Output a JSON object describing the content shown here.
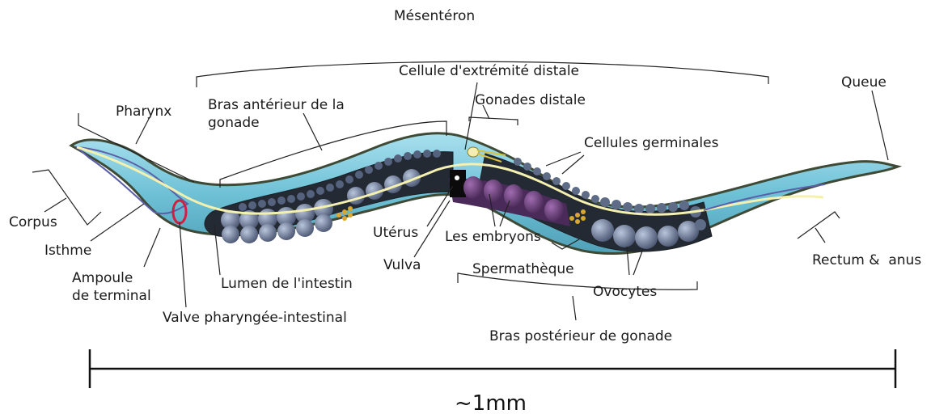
{
  "labels": {
    "mesenteron": "Mésentéron",
    "cellule_extremite": "Cellule d'extrémité distale",
    "queue": "Queue",
    "pharynx": "Pharynx",
    "bras_anterieur_1": "Bras antérieur de la",
    "bras_anterieur_2": "gonade",
    "gonades_distale": "Gonades distale",
    "cellules_germinales": "Cellules germinales",
    "corpus": "Corpus",
    "isthme": "Isthme",
    "ampoule_1": "Ampoule",
    "ampoule_2": "de terminal",
    "lumen": "Lumen de l'intestin",
    "valve": "Valve pharyngée-intestinal",
    "uterus": "Utérus",
    "vulva": "Vulva",
    "embryons": "Les embryons",
    "spermatheque": "Spermathèque",
    "ovocytes": "Ovocytes",
    "bras_posterieur": "Bras postérieur de gonade",
    "rectum": "Rectum &  anus"
  },
  "scale_label": "~1mm",
  "colors": {
    "body_fill": "#7ec8dc",
    "body_edge": "#3f4a36",
    "inner_line": "#5a5fa8",
    "gut_line": "#f4f0b0",
    "cell_blue": "#6a7a9a",
    "cell_dark": "#222833",
    "embryo": "#6a3d7a",
    "valve": "#d02040"
  }
}
